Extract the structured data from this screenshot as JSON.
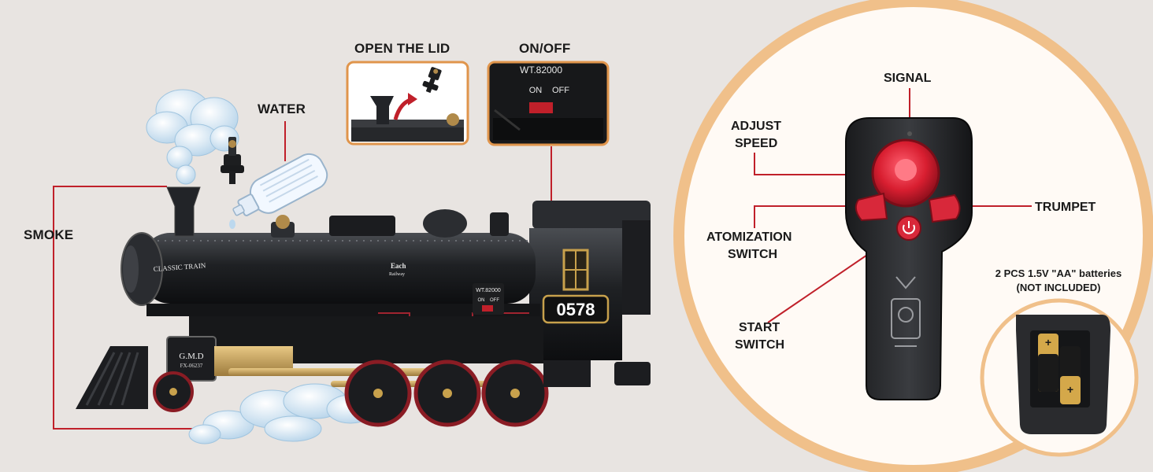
{
  "labels": {
    "water": "WATER",
    "smoke": "SMOKE",
    "open_the_lid": "OPEN THE LID",
    "on_off": "ON/OFF",
    "signal": "SIGNAL",
    "adjust_speed_1": "ADJUST",
    "adjust_speed_2": "SPEED",
    "trumpet": "TRUMPET",
    "atomization_1": "ATOMIZATION",
    "atomization_2": "SWITCH",
    "start_1": "START",
    "start_2": "SWITCH",
    "batteries_1": "2 PCS 1.5V \"AA\" batteries",
    "batteries_2": "(NOT INCLUDED)"
  },
  "switch_inset": {
    "model": "WT.82000",
    "on": "ON",
    "off": "OFF"
  },
  "train": {
    "number": "0578",
    "classic_train": "CLASSIC TRAIN",
    "each_railway_1": "Each",
    "each_railway_2": "Railway",
    "front_plate_1": "G.M.D",
    "front_plate_2": "FX-06237",
    "side_switch_model": "WT.82000",
    "side_switch_on": "ON",
    "side_switch_off": "OFF"
  },
  "colors": {
    "background": "#e8e4e1",
    "callout_line": "#c0202a",
    "accent_orange": "#e0954c",
    "remote_red": "#d8283a"
  }
}
